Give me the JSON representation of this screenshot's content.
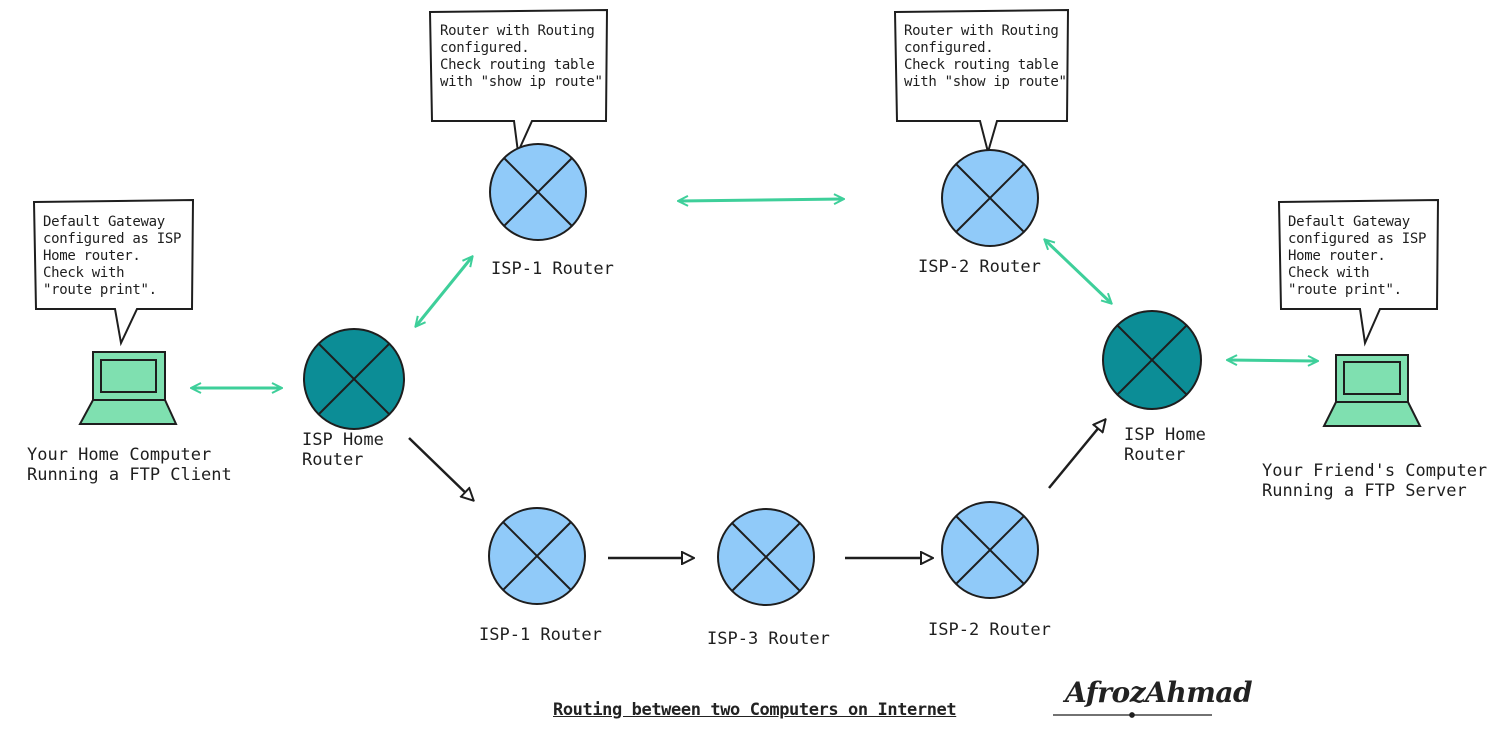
{
  "callouts": {
    "isp1_top": [
      "Router with Routing",
      "configured.",
      "Check routing table",
      "with \"show ip route\""
    ],
    "isp2_top": [
      "Router with Routing",
      "configured.",
      "Check routing table",
      "with \"show ip route\""
    ],
    "home_left": [
      "Default Gateway",
      "configured as ISP",
      "Home router.",
      "Check with",
      "\"route print\"."
    ],
    "friend_right": [
      "Default Gateway",
      "configured as ISP",
      "Home router.",
      "Check with",
      "\"route print\"."
    ]
  },
  "labels": {
    "home_computer": [
      "Your Home Computer",
      "Running a FTP Client"
    ],
    "friend_computer": [
      "Your Friend's Computer",
      "Running a FTP Server"
    ],
    "isp_home_left": [
      "ISP Home",
      "Router"
    ],
    "isp_home_right": [
      "ISP Home",
      "Router"
    ],
    "isp1_top": "ISP-1 Router",
    "isp2_top": "ISP-2 Router",
    "isp1_bottom": "ISP-1 Router",
    "isp3_bottom": "ISP-3 Router",
    "isp2_bottom": "ISP-2 Router"
  },
  "caption": "Routing between two Computers on Internet",
  "signature": "AfrozAhmad",
  "colors": {
    "router_light": "#90caf9",
    "router_dark": "#0c8d96",
    "laptop": "#7fe0b0",
    "arrow_green": "#3ecf9a",
    "ink": "#1e1e1e"
  }
}
